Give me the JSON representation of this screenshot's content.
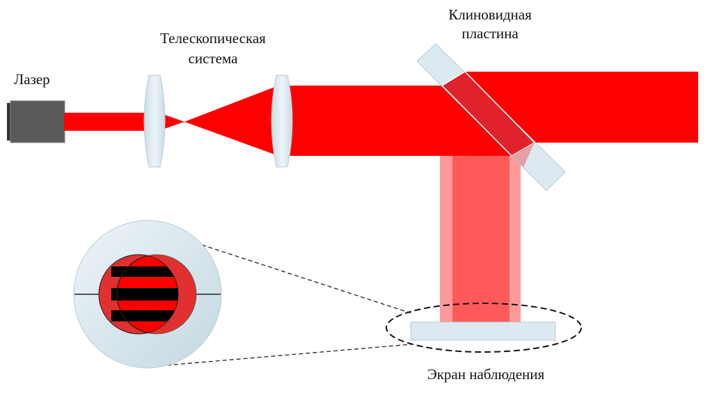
{
  "labels": {
    "laser": "Лазер",
    "telescope_line1": "Телескопическая",
    "telescope_line2": "система",
    "wedge_line1": "Клиновидная",
    "wedge_line2": "пластина",
    "screen": "Экран наблюдения"
  },
  "colors": {
    "beam": "#ff0000",
    "plate": "#dce9f0",
    "laser_body": "#5a5a5a",
    "fringe_dark": "#000000",
    "overlap_red": "#e03030"
  }
}
